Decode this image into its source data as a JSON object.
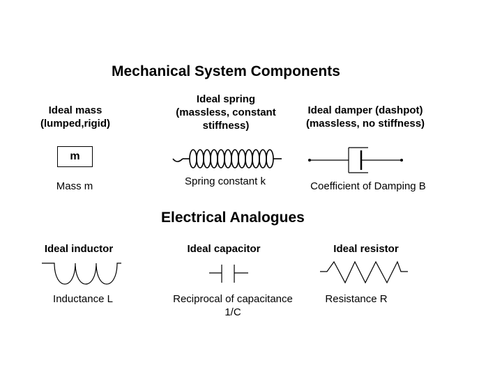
{
  "mechanical": {
    "title": "Mechanical System Components",
    "mass": {
      "title": "Ideal mass (lumped,rigid)",
      "symbol_label": "m",
      "caption": "Mass m"
    },
    "spring": {
      "title": "Ideal spring (massless, constant stiffness)",
      "caption": "Spring constant k"
    },
    "damper": {
      "title": "Ideal damper (dashpot) (massless, no stiffness)",
      "caption": "Coefficient of Damping B"
    }
  },
  "electrical": {
    "title": "Electrical Analogues",
    "inductor": {
      "title": "Ideal inductor",
      "caption": "Inductance L"
    },
    "capacitor": {
      "title": "Ideal capacitor",
      "caption": "Reciprocal of capacitance 1/C"
    },
    "resistor": {
      "title": "Ideal resistor",
      "caption": "Resistance R"
    }
  },
  "colors": {
    "ink": "#000000",
    "background": "#ffffff"
  }
}
